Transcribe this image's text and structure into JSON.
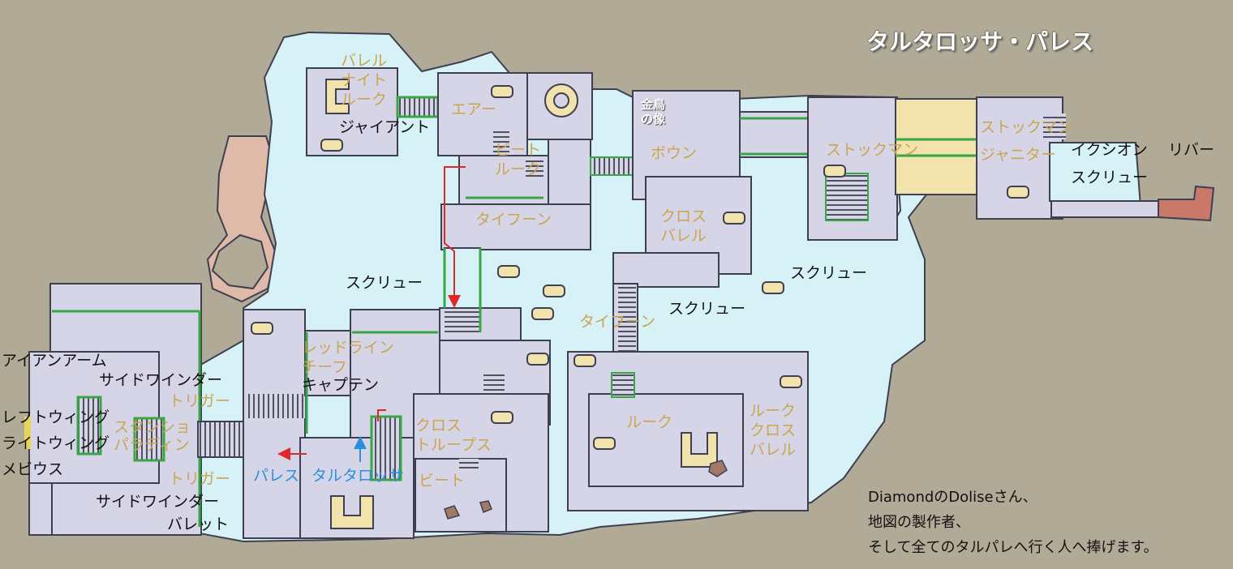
{
  "title": "タルタロッサ・パレス",
  "statue_label": "金鳥の像",
  "credits": [
    "DiamondのDoliseさん、",
    "地図の製作者、",
    "そして全てのタルパレへ行く人へ捧げます。"
  ],
  "colors": {
    "background": "#b0aa96",
    "water": "#d6f2f6",
    "floor": "#d6d5e8",
    "wall": "#3f3f52",
    "rock": "#e0baa9",
    "bridge": "#f2e3ad",
    "green_rail": "#38a644",
    "enemy_label": "#c9a64e",
    "npc_label": "#111111",
    "route_label": "#2b8fe0",
    "route_arrow": "#e0282a"
  },
  "labels": {
    "barrel": "バレル",
    "knight": "ナイト",
    "rook_top": "ルーク",
    "giant": "ジャイアント",
    "air": "エアー",
    "beat_top": "ビート",
    "rook_mid": "ルーク",
    "typhoon_top": "タイフーン",
    "bone": "ボウン",
    "cross": "クロス",
    "barrel_mid": "バレル",
    "stockman": "ストックマン",
    "stockman2": "ストックマン",
    "janitor": "ジャニター",
    "ixion": "イクシオン",
    "river": "リバー",
    "screw_east": "スクリュー",
    "screw_west": "スクリュー",
    "screw_center": "スクリュー",
    "screw_mid": "スクリュー",
    "typhoon_mid": "タイフーン",
    "red_line": "レッドライン",
    "chief": "チーフ",
    "captain": "キャプテン",
    "iron_arm": "アイアンアーム",
    "sidewinder_top": "サイドワインダー",
    "trigger_top": "トリガー",
    "left_wing": "レフトウィング",
    "right_wing": "ライトウィング",
    "mobius": "メビウス",
    "stunshot": "スタンショ",
    "paradin": "パラディン",
    "trigger_bottom": "トリガー",
    "sidewinder_bottom": "サイドワインダー",
    "bullet": "バレット",
    "cross_troops_1": "クロス",
    "cross_troops_2": "トループス",
    "beat_bottom": "ビート",
    "route_palace": "パレス",
    "route_tartarossa": "タルタロッサ",
    "rook_south": "ルーク",
    "rook_east": "ルーク",
    "cross_east": "クロス",
    "barrel_east": "バレル"
  }
}
